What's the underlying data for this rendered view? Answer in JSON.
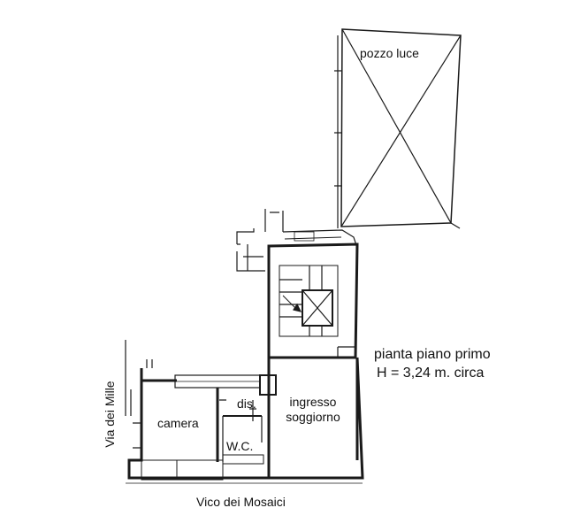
{
  "plan": {
    "title": "pianta piano primo",
    "height_note": "H = 3,24 m. circa"
  },
  "rooms": {
    "pozzo_luce": "pozzo luce",
    "camera": "camera",
    "dis": "dis.",
    "wc": "W.C.",
    "ingresso_line1": "ingresso",
    "ingresso_line2": "soggiorno"
  },
  "streets": {
    "left": "Via dei Mille",
    "bottom": "Vico dei Mosaici"
  },
  "colors": {
    "wall": "#1a1a1a",
    "background": "#ffffff"
  }
}
